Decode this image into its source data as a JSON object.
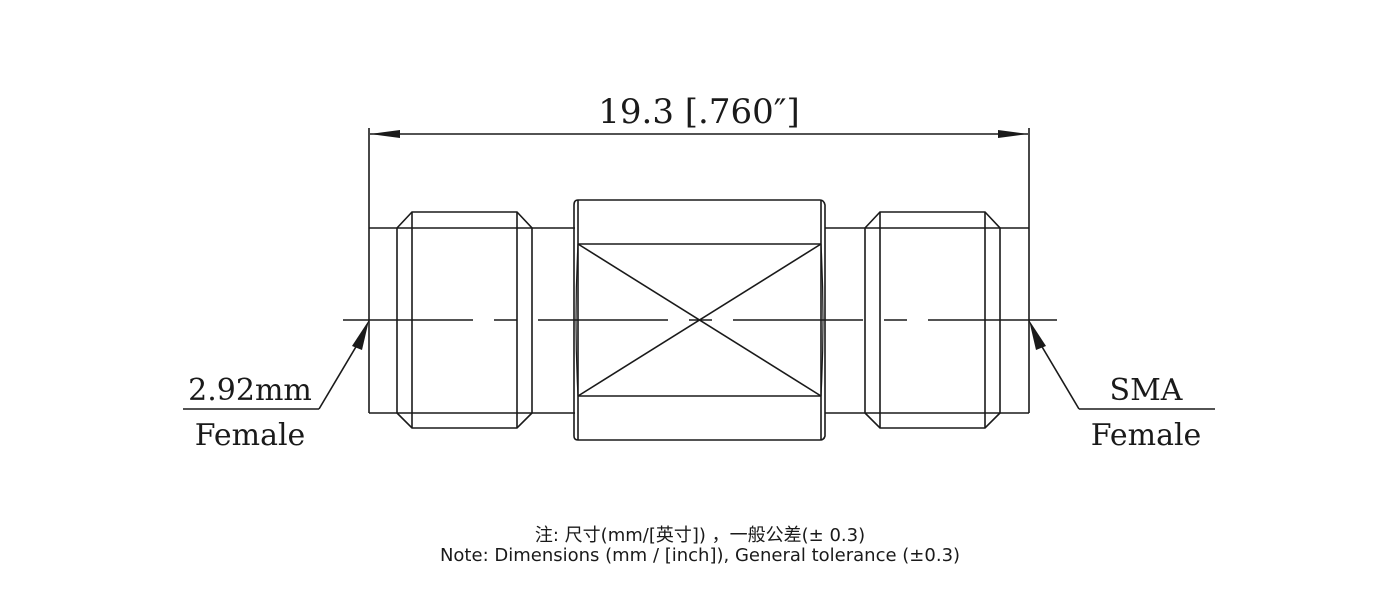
{
  "drawing": {
    "overall_dimension": {
      "label": "19.3 [.760″]",
      "value_mm": 19.3,
      "value_in": 0.76
    },
    "left_connector": {
      "type_label": "2.92mm",
      "gender_label": "Female"
    },
    "right_connector": {
      "type_label": "SMA",
      "gender_label": "Female"
    },
    "line_color": "#1a1a1a"
  },
  "notes": {
    "chinese": "注: 尺寸(mm/[英寸]) ，一般公差(± 0.3)",
    "english": "Note: Dimensions (mm / [inch]), General tolerance (±0.3)"
  }
}
